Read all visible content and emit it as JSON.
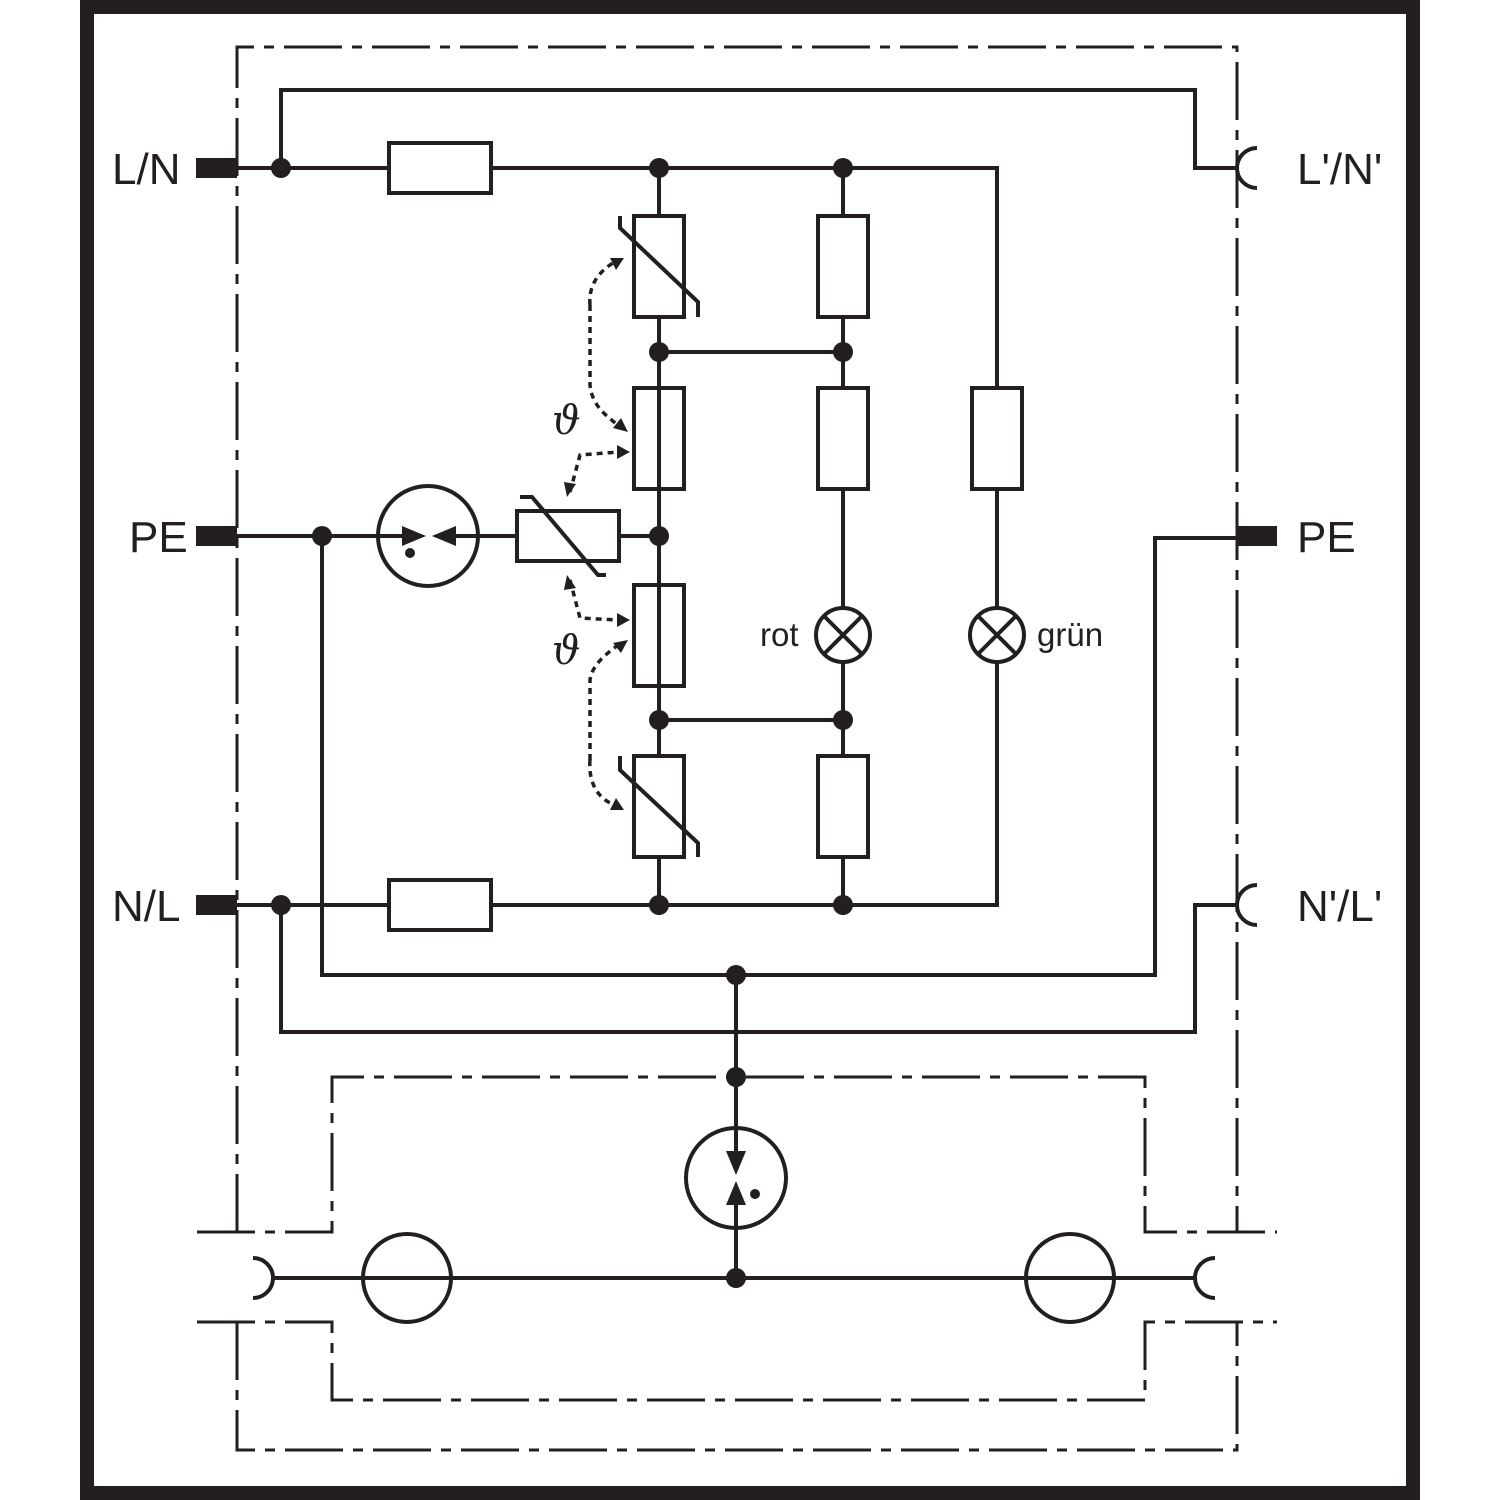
{
  "labels": {
    "l_n": "L/N",
    "pe_left": "PE",
    "n_l": "N/L",
    "l_n_out": "L'/N'",
    "pe_right": "PE",
    "n_l_out": "N'/L'",
    "lamp_red": "rot",
    "lamp_green": "grün",
    "theta_upper": "ϑ",
    "theta_lower": "ϑ"
  },
  "colors": {
    "line": "#231f20",
    "background": "#ffffff"
  }
}
